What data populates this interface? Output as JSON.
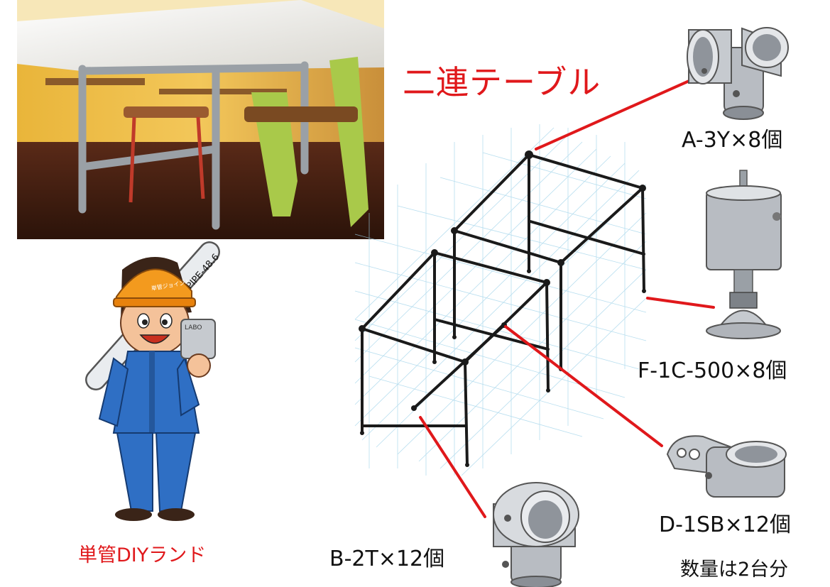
{
  "title": "二連テーブル",
  "parts": {
    "a": "A-3Y×8個",
    "f": "F-1C-500×8個",
    "d": "D-1SB×12個",
    "b": "B-2T×12個"
  },
  "note": "数量は2台分",
  "brand": "単管DIYランド",
  "mascot": {
    "pipe_text": "PIPE-48.6",
    "helmet_text": "単管ジョイント",
    "part_text": "LABO"
  },
  "colors": {
    "accent": "#e0181b",
    "frame": "#1a1a1a",
    "grid": "#9fd3ea",
    "metal": "#b8bcc2"
  }
}
